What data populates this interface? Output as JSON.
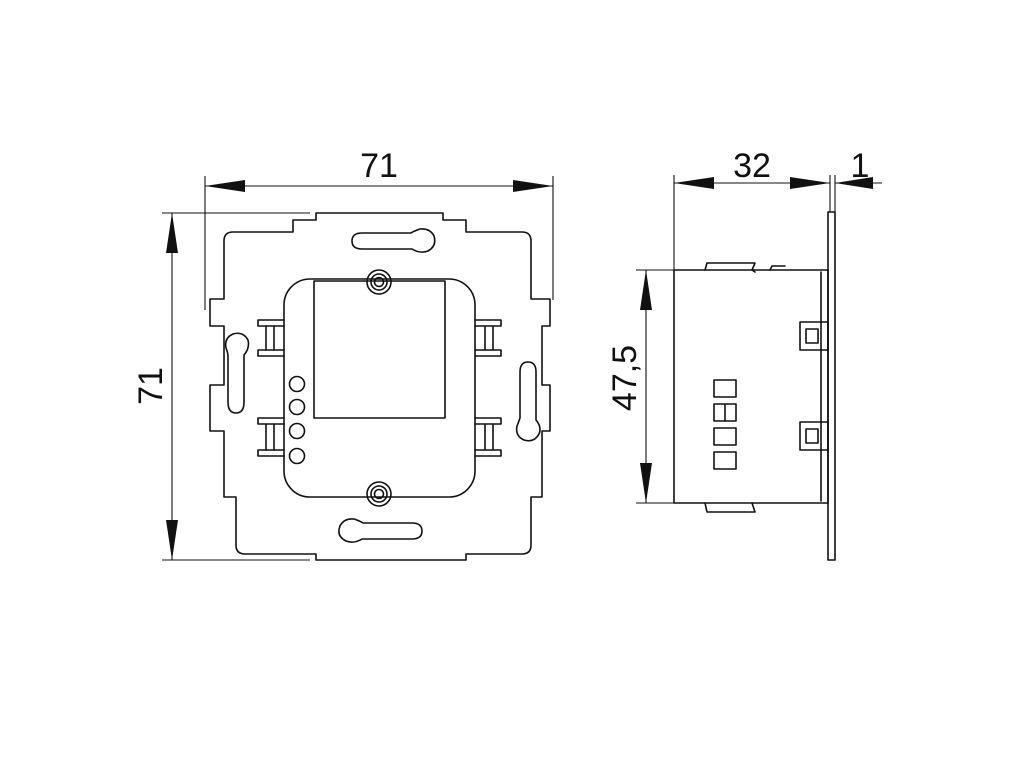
{
  "dimensions": {
    "front_width": "71",
    "front_height": "71",
    "side_depth": "32",
    "side_plate": "1",
    "side_height": "47,5"
  },
  "colors": {
    "line": "#111111",
    "background": "#ffffff"
  }
}
